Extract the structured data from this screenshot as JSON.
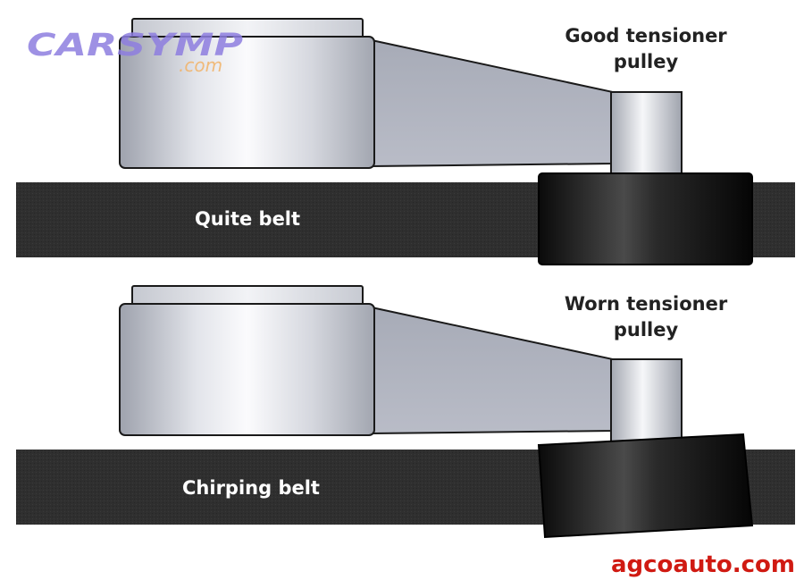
{
  "watermark": {
    "brand": "CARSYMP",
    "suffix": ".com"
  },
  "panels": [
    {
      "id": "good",
      "tensioner_label_line1": "Good tensioner",
      "tensioner_label_line2": "pulley",
      "belt_label": "Quite belt"
    },
    {
      "id": "worn",
      "tensioner_label_line1": "Worn tensioner",
      "tensioner_label_line2": "pulley",
      "belt_label": "Chirping belt"
    }
  ],
  "credit": "agcoauto.com",
  "colors": {
    "belt": "#2e2e2e",
    "metal_light": "#f4f5f8",
    "metal_dark": "#a9adb8",
    "arm": "#b4b8c4",
    "roller_dark": "#0e0e0e",
    "outline": "#1a1a1a",
    "label_text": "#222222",
    "belt_text": "#ffffff",
    "watermark_brand": "#8e7ee0",
    "watermark_suffix": "#f2b266",
    "credit": "#d01a12"
  }
}
